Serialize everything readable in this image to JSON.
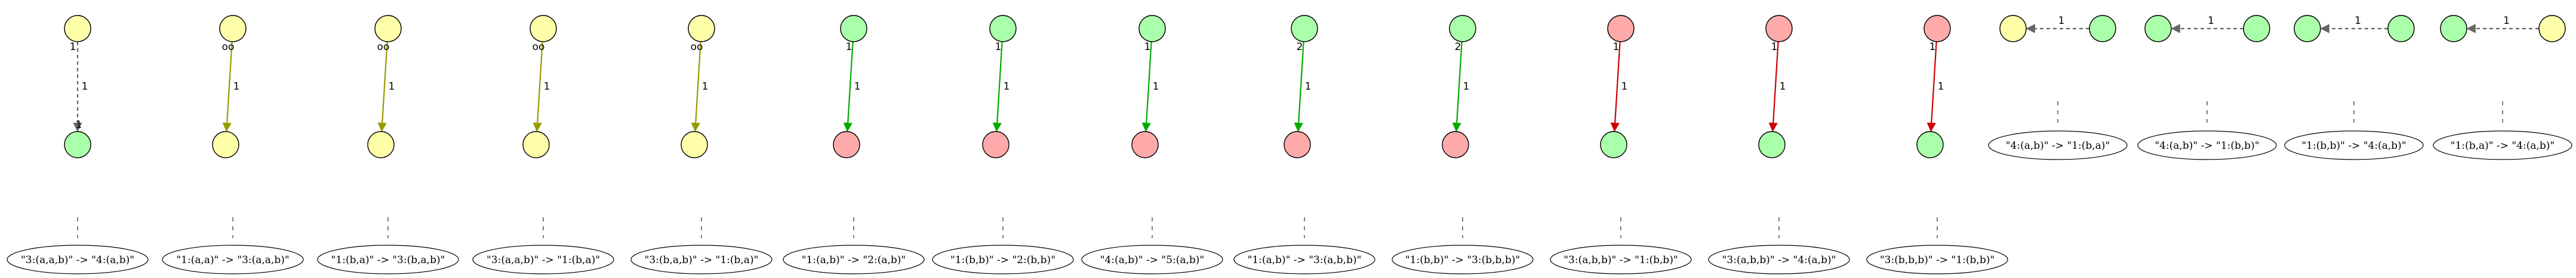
{
  "colors": {
    "yellow": "#ffffaa",
    "green": "#aaffaa",
    "red": "#ffaaaa",
    "olive": "#999900",
    "darkgreen": "#00aa00",
    "darkred": "#cc0000",
    "gray": "#666666",
    "stroke": "#000000"
  },
  "vertical_rules": [
    {
      "from": "yellow",
      "to": "green",
      "style": "dashed",
      "tail_label": "1",
      "edge_label": "1",
      "head_label": "1",
      "caption": "\"3:(a,a,b)\" -> \"4:(a,b)\""
    },
    {
      "from": "yellow",
      "to": "yellow",
      "style": "solid",
      "tail_label": "oo",
      "edge_label": "1",
      "head_label": "",
      "caption": "\"1:(a,a)\" -> \"3:(a,a,b)\""
    },
    {
      "from": "yellow",
      "to": "yellow",
      "style": "solid",
      "tail_label": "oo",
      "edge_label": "1",
      "head_label": "",
      "caption": "\"1:(b,a)\" -> \"3:(b,a,b)\""
    },
    {
      "from": "yellow",
      "to": "yellow",
      "style": "solid",
      "tail_label": "oo",
      "edge_label": "1",
      "head_label": "",
      "caption": "\"3:(a,a,b)\" -> \"1:(b,a)\""
    },
    {
      "from": "yellow",
      "to": "yellow",
      "style": "solid",
      "tail_label": "oo",
      "edge_label": "1",
      "head_label": "",
      "caption": "\"3:(b,a,b)\" -> \"1:(b,a)\""
    },
    {
      "from": "green",
      "to": "red",
      "style": "solid",
      "tail_label": "1",
      "edge_label": "1",
      "head_label": "",
      "caption": "\"1:(a,b)\" -> \"2:(a,b)\""
    },
    {
      "from": "green",
      "to": "red",
      "style": "solid",
      "tail_label": "1",
      "edge_label": "1",
      "head_label": "",
      "caption": "\"1:(b,b)\" -> \"2:(b,b)\""
    },
    {
      "from": "green",
      "to": "red",
      "style": "solid",
      "tail_label": "1",
      "edge_label": "1",
      "head_label": "",
      "caption": "\"4:(a,b)\" -> \"5:(a,b)\""
    },
    {
      "from": "green",
      "to": "red",
      "style": "solid",
      "tail_label": "2",
      "edge_label": "1",
      "head_label": "",
      "caption": "\"1:(a,b)\" -> \"3:(a,b,b)\""
    },
    {
      "from": "green",
      "to": "red",
      "style": "solid",
      "tail_label": "2",
      "edge_label": "1",
      "head_label": "",
      "caption": "\"1:(b,b)\" -> \"3:(b,b,b)\""
    },
    {
      "from": "red",
      "to": "green",
      "style": "solid",
      "tail_label": "1",
      "edge_label": "1",
      "head_label": "",
      "caption": "\"3:(a,b,b)\" -> \"1:(b,b)\""
    },
    {
      "from": "red",
      "to": "green",
      "style": "solid",
      "tail_label": "1",
      "edge_label": "1",
      "head_label": "",
      "caption": "\"3:(a,b,b)\" -> \"4:(a,b)\""
    },
    {
      "from": "red",
      "to": "green",
      "style": "solid",
      "tail_label": "1",
      "edge_label": "1",
      "head_label": "",
      "caption": "\"3:(b,b,b)\" -> \"1:(b,b)\""
    }
  ],
  "horizontal_rules": [
    {
      "left": "yellow",
      "right": "green",
      "edge_label": "1",
      "caption": "\"4:(a,b)\" -> \"1:(b,a)\""
    },
    {
      "left": "green",
      "right": "green",
      "edge_label": "1",
      "caption": "\"4:(a,b)\" -> \"1:(b,b)\""
    },
    {
      "left": "green",
      "right": "green",
      "edge_label": "1",
      "caption": "\"1:(b,b)\" -> \"4:(a,b)\""
    },
    {
      "left": "green",
      "right": "yellow",
      "edge_label": "1",
      "caption": "\"1:(b,a)\" -> \"4:(a,b)\""
    }
  ]
}
